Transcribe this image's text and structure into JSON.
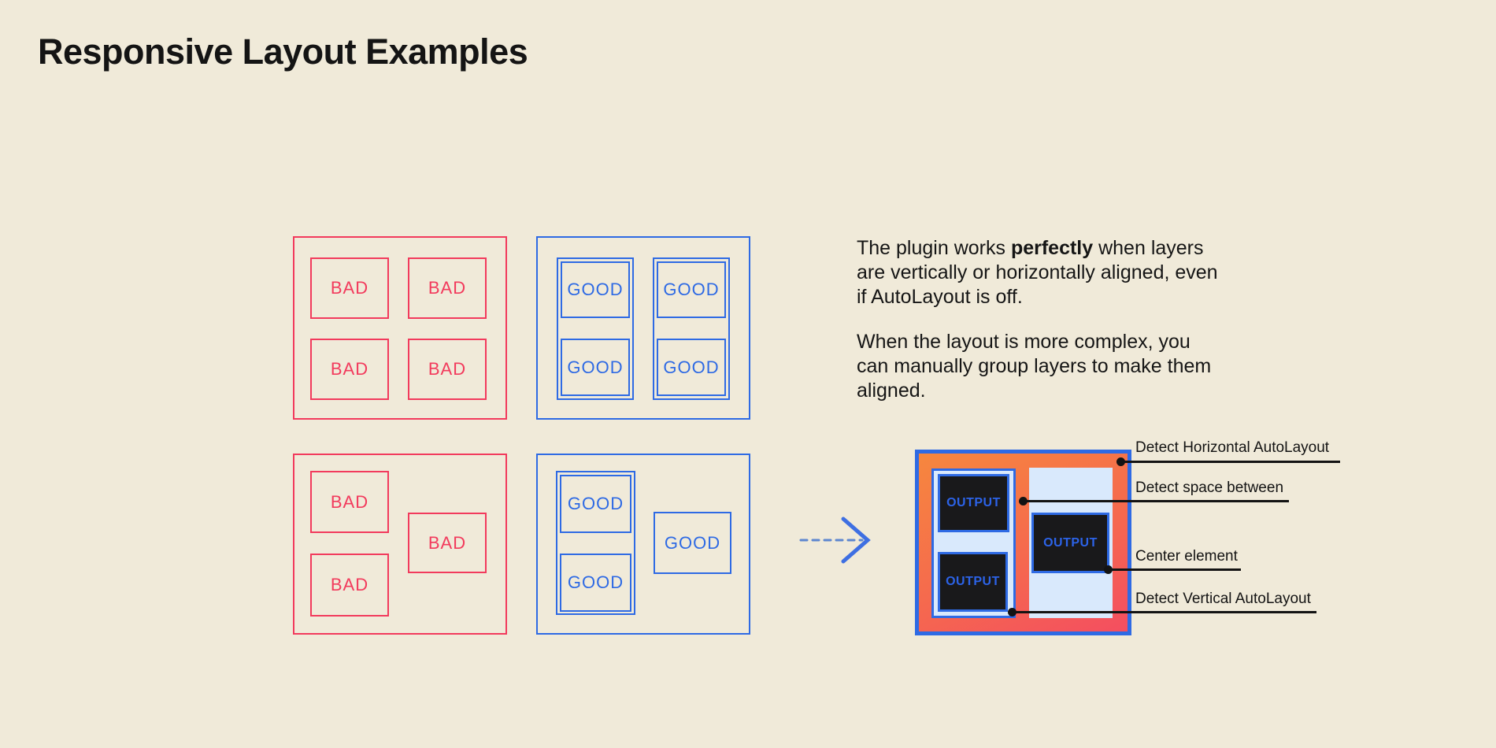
{
  "title": "Responsive Layout Examples",
  "colors": {
    "background": "#f0ead9",
    "bad_red": "#f23a5c",
    "good_blue": "#2e6ae4",
    "detected_light_blue": "#d9e9fc",
    "output_dark": "#19191b",
    "gradient_start": "#f6873e",
    "gradient_end": "#f44e60",
    "text_black": "#151515"
  },
  "icons": {
    "arrow": "dashed-arrow-right-icon"
  },
  "groups": {
    "bad_grid": {
      "items": [
        "BAD",
        "BAD",
        "BAD",
        "BAD"
      ]
    },
    "good_grid": {
      "items": [
        "GOOD",
        "GOOD",
        "GOOD",
        "GOOD"
      ]
    },
    "bad_scattered": {
      "items": [
        "BAD",
        "BAD",
        "BAD"
      ]
    },
    "good_scattered": {
      "items": [
        "GOOD",
        "GOOD",
        "GOOD"
      ]
    }
  },
  "description": {
    "p1_before": "The plugin works ",
    "p1_bold": "perfectly",
    "p1_after": " when layers are vertically or horizontally aligned, even if AutoLayout is off.",
    "p2": "When the layout is more complex, you can manually group layers to make them aligned."
  },
  "output": {
    "boxes": [
      "OUTPUT",
      "OUTPUT",
      "OUTPUT"
    ]
  },
  "annotations": [
    {
      "label": "Detect Horizontal AutoLayout"
    },
    {
      "label": "Detect space between"
    },
    {
      "label": "Center element"
    },
    {
      "label": "Detect Vertical AutoLayout"
    }
  ]
}
